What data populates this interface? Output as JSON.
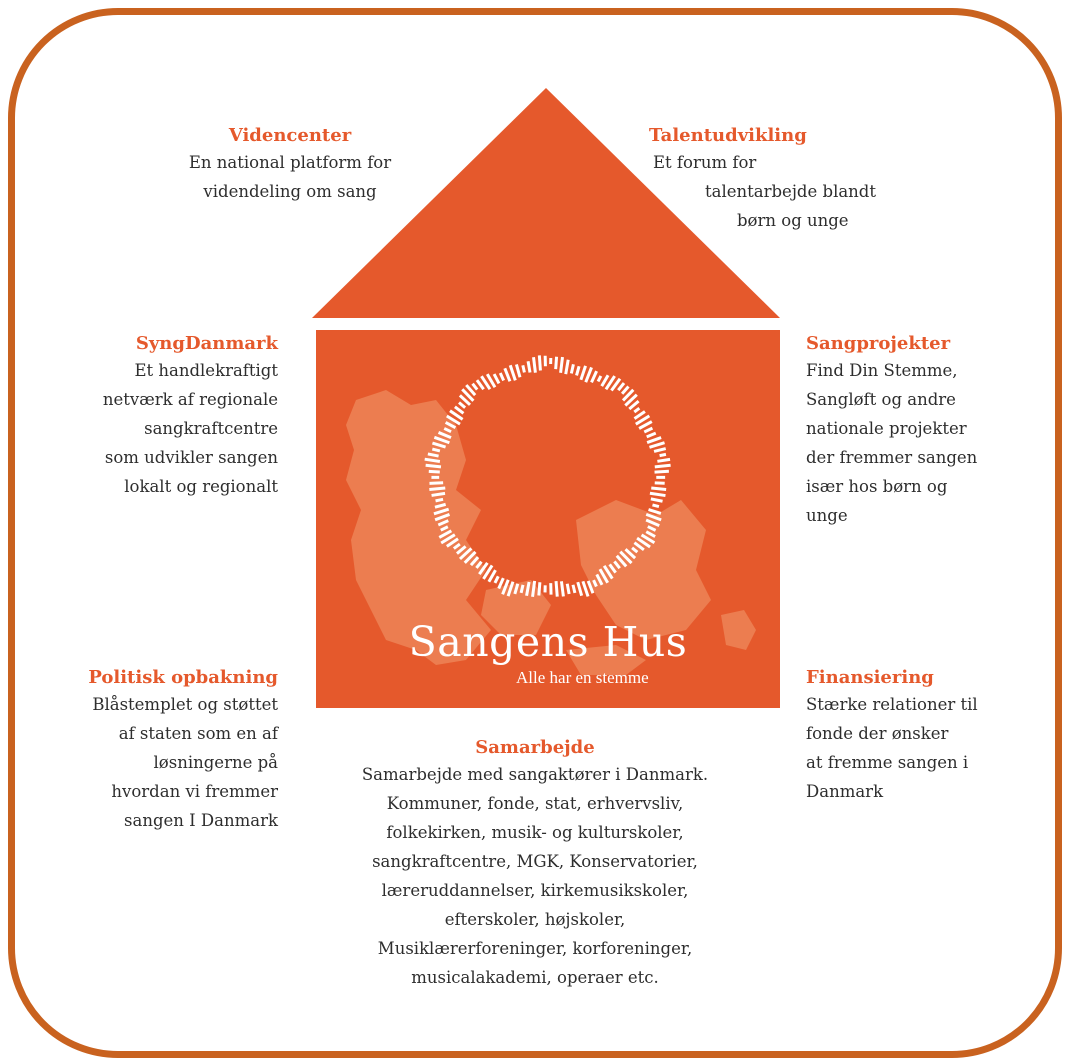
{
  "colors": {
    "accent": "#e5592c",
    "frame": "#c9621f",
    "text": "#2e2e2e"
  },
  "brand": {
    "title": "Sangens Hus",
    "subtitle": "Alle har en stemme"
  },
  "blocks": {
    "videncenter": {
      "title": "Videncenter",
      "lines": [
        "En national platform for",
        "videndeling om sang"
      ]
    },
    "talentudvikling": {
      "title": "Talentudvikling",
      "lines": [
        "Et forum for",
        "talentarbejde blandt",
        "børn og unge"
      ]
    },
    "syngdanmark": {
      "title": "SyngDanmark",
      "lines": [
        "Et handlekraftigt",
        "netværk  af regionale",
        "sangkraftcentre",
        "som udvikler sangen",
        "lokalt og regionalt"
      ]
    },
    "sangprojekter": {
      "title": "Sangprojekter",
      "lines": [
        "Find Din Stemme,",
        "Sangløft og andre",
        "nationale projekter",
        "der fremmer sangen",
        "især hos børn og",
        "unge"
      ]
    },
    "politisk": {
      "title": "Politisk opbakning",
      "lines": [
        "Blåstemplet og støttet",
        "af staten som en af",
        "løsningerne på",
        "hvordan vi fremmer",
        "sangen I Danmark"
      ]
    },
    "finansiering": {
      "title": "Finansiering",
      "lines": [
        "Stærke relationer til",
        "fonde der ønsker",
        "at fremme sangen i",
        "Danmark"
      ]
    },
    "samarbejde": {
      "title": "Samarbejde",
      "lines": [
        "Samarbejde med sangaktører i Danmark.",
        "Kommuner, fonde, stat, erhvervsliv,",
        "folkekirken, musik- og kulturskoler,",
        "sangkraftcentre, MGK, Konservatorier,",
        "læreruddannelser, kirkemusikskoler,",
        "efterskoler, højskoler,",
        "Musiklærerforeninger, korforeninger,",
        "musicalakademi, operaer etc."
      ]
    }
  }
}
